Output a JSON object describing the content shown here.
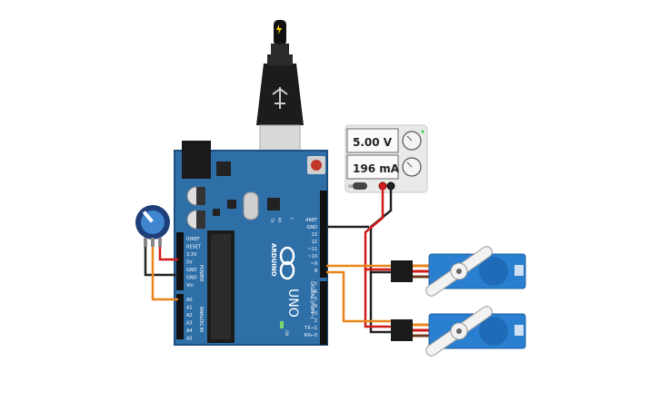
{
  "power_supply": {
    "voltage_display": "5.00 V",
    "current_display": "196 mA",
    "power_indicator": "ON"
  },
  "arduino": {
    "model_label": "UNO",
    "brand_label": "ARDUINO",
    "section_labels": {
      "power": "POWER",
      "analog_in": "ANALOG IN",
      "digital_pwm": "DIGITAL (PWM~)"
    },
    "power_pins": [
      "IOREF",
      "RESET",
      "3.3V",
      "5V",
      "GND",
      "GND",
      "Vin"
    ],
    "analog_pins": [
      "A0",
      "A1",
      "A2",
      "A3",
      "A4",
      "A5"
    ],
    "digital_pins_top": [
      "AREF",
      "GND",
      "13",
      "12",
      "~11",
      "~10",
      "~9",
      "8"
    ],
    "digital_pins_bottom": [
      "7",
      "~6",
      "~5",
      "4",
      "~3",
      "2",
      "TX→1",
      "RX←0"
    ],
    "led_labels": [
      "TX",
      "RX",
      "L",
      "ON"
    ]
  },
  "colors": {
    "board": "#2f6fa8",
    "board_edge": "#1d4f80",
    "wire_black": "#222222",
    "wire_red": "#d11a1a",
    "wire_orange": "#e8861c",
    "servo_blue": "#2a7fd0",
    "psu_body": "#e8eae8"
  }
}
